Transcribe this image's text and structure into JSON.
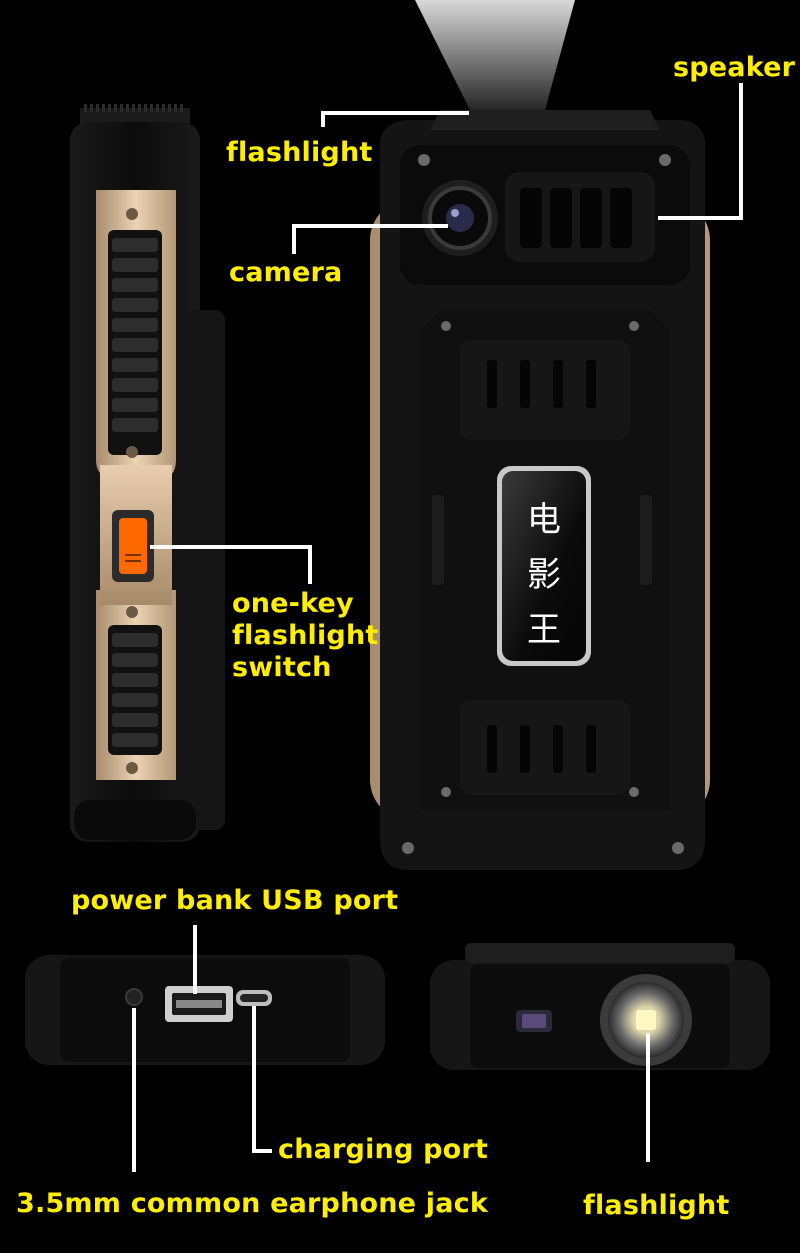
{
  "labels": {
    "speaker": "speaker",
    "flashlight_top": "flashlight",
    "camera": "camera",
    "switch": "one-key\nflashlight\nswitch",
    "power_bank": "power bank USB port",
    "charging_port": "charging port",
    "earphone_jack": "3.5mm common earphone jack",
    "flashlight_bottom": "flashlight"
  },
  "back_panel_text": [
    "电",
    "影",
    "王"
  ],
  "colors": {
    "background": "#000000",
    "label": "#ffee00",
    "leader_line": "#ffffff",
    "gold_trim": "#d6b894",
    "body": "#111111",
    "switch": "#ff6a00"
  }
}
